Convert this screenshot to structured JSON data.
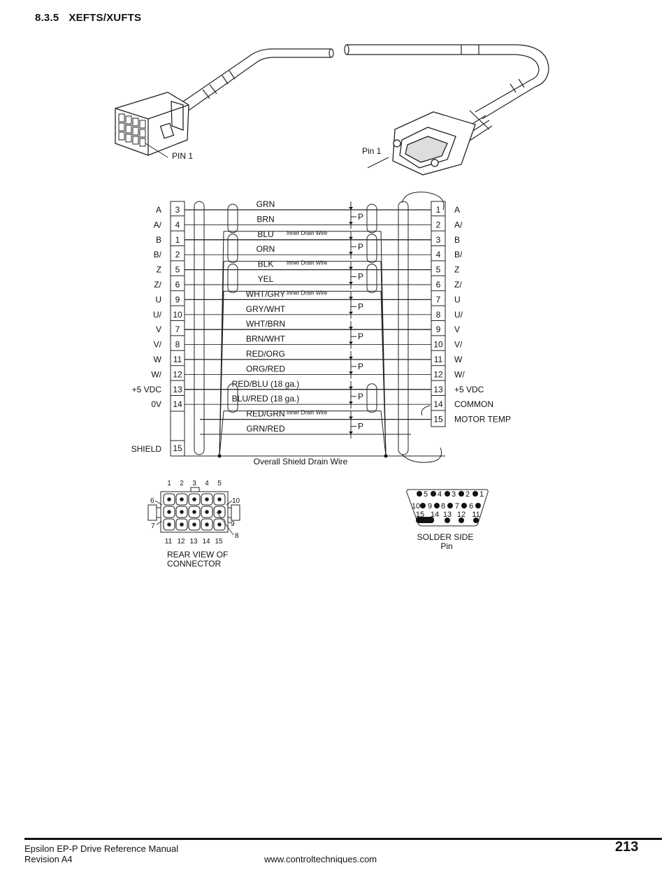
{
  "heading": {
    "number": "8.3.5",
    "title": "XEFTS/XUFTS"
  },
  "cable": {
    "left_pin_label": "PIN 1",
    "right_pin_label": "Pin 1"
  },
  "wires": [
    {
      "color": "GRN",
      "left_name": "A",
      "left_pin": "3",
      "right_pin": "1",
      "right_name": "A"
    },
    {
      "color": "BRN",
      "left_name": "A/",
      "left_pin": "4",
      "right_pin": "2",
      "right_name": "A/"
    },
    {
      "color": "BLU",
      "left_name": "B",
      "left_pin": "1",
      "right_pin": "3",
      "right_name": "B"
    },
    {
      "color": "ORN",
      "left_name": "B/",
      "left_pin": "2",
      "right_pin": "4",
      "right_name": "B/"
    },
    {
      "color": "BLK",
      "left_name": "Z",
      "left_pin": "5",
      "right_pin": "5",
      "right_name": "Z"
    },
    {
      "color": "YEL",
      "left_name": "Z/",
      "left_pin": "6",
      "right_pin": "6",
      "right_name": "Z/"
    },
    {
      "color": "WHT/GRY",
      "left_name": "U",
      "left_pin": "9",
      "right_pin": "7",
      "right_name": "U"
    },
    {
      "color": "GRY/WHT",
      "left_name": "U/",
      "left_pin": "10",
      "right_pin": "8",
      "right_name": "U/"
    },
    {
      "color": "WHT/BRN",
      "left_name": "V",
      "left_pin": "7",
      "right_pin": "9",
      "right_name": "V"
    },
    {
      "color": "BRN/WHT",
      "left_name": "V/",
      "left_pin": "8",
      "right_pin": "10",
      "right_name": "V/"
    },
    {
      "color": "RED/ORG",
      "left_name": "W",
      "left_pin": "11",
      "right_pin": "11",
      "right_name": "W"
    },
    {
      "color": "ORG/RED",
      "left_name": "W/",
      "left_pin": "12",
      "right_pin": "12",
      "right_name": "W/"
    },
    {
      "color": "RED/BLU (18 ga.)",
      "left_name": "+5 VDC",
      "left_pin": "13",
      "right_pin": "13",
      "right_name": "+5 VDC"
    },
    {
      "color": "BLU/RED (18 ga.)",
      "left_name": "0V",
      "left_pin": "14",
      "right_pin": "14",
      "right_name": "COMMON"
    },
    {
      "color": "RED/GRN",
      "left_name": "",
      "left_pin": "",
      "right_pin": "15",
      "right_name": "MOTOR TEMP"
    },
    {
      "color": "GRN/RED",
      "left_name": "",
      "left_pin": "",
      "right_pin": "",
      "right_name": ""
    }
  ],
  "shield": {
    "left_name": "SHIELD",
    "left_pin": "15"
  },
  "inner_drain_label": "Inner Drain Wire",
  "pair_label": "P",
  "overall_drain_label": "Overall Shield Drain Wire",
  "rear_connector": {
    "top_numbers": [
      "1",
      "2",
      "3",
      "4",
      "5"
    ],
    "bottom_numbers": [
      "11",
      "12",
      "13",
      "14",
      "15"
    ],
    "side_labels": {
      "six": "6",
      "seven": "7",
      "eight": "8",
      "nine": "9",
      "ten": "10"
    },
    "caption_line1": "REAR VIEW OF",
    "caption_line2": "CONNECTOR"
  },
  "dsub": {
    "row1": [
      "5",
      "4",
      "3",
      "2",
      "1"
    ],
    "row2": [
      "10",
      "9",
      "8",
      "7",
      "6"
    ],
    "row3": [
      "15",
      "14",
      "13",
      "12",
      "11"
    ],
    "caption_line1": "SOLDER SIDE",
    "caption_line2": "Pin"
  },
  "footer": {
    "manual_title": "Epsilon EP-P Drive Reference Manual",
    "revision": "Revision A4",
    "website": "www.controltechniques.com",
    "page_number": "213"
  }
}
